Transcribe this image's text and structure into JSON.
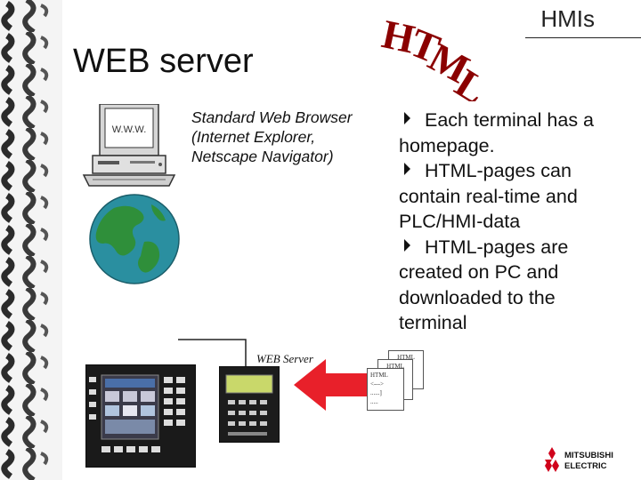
{
  "header": {
    "section_label": "HMIs",
    "title": "WEB server"
  },
  "logo": {
    "letters": [
      "H",
      "T",
      "M",
      "L"
    ],
    "color": "#8b0000"
  },
  "computer": {
    "screen_text": "W.W.W."
  },
  "browser_caption": [
    "Standard Web Browser",
    "(Internet Explorer,",
    "Netscape Navigator)"
  ],
  "bullets": [
    {
      "lines": [
        "Each terminal has a",
        "homepage."
      ]
    },
    {
      "lines": [
        "HTML-pages can",
        "contain real-time and",
        "PLC/HMI-data"
      ]
    },
    {
      "lines": [
        "HTML-pages are",
        "created on PC and",
        "downloaded to the",
        "terminal"
      ]
    }
  ],
  "server_label": "WEB Server",
  "documents": {
    "back_label": "HTML",
    "middle_label": "HTML",
    "front_lines": [
      "HTML",
      "<--->",
      "......]",
      "....."
    ]
  },
  "brand": {
    "lines": [
      "MITSUBISHI",
      "ELECTRIC"
    ],
    "color": "#d0021b"
  },
  "colors": {
    "arrow": "#e8202a",
    "globe_ocean": "#2a8fa0",
    "globe_land": "#2f8f3a"
  }
}
